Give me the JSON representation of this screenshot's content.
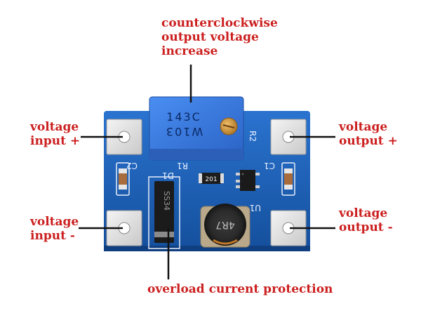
{
  "annotations": {
    "top": [
      "counterclockwise",
      "output voltage",
      "increase"
    ],
    "input_plus": [
      "voltage",
      "input +"
    ],
    "input_minus": [
      "voltage",
      "input -"
    ],
    "output_plus": [
      "voltage",
      "output +"
    ],
    "output_minus": [
      "voltage",
      "output -"
    ],
    "bottom": "overload current protection"
  },
  "board_markings": {
    "pot_line1": "143C",
    "pot_line2": "W103",
    "r2": "R2",
    "c2": "C2",
    "c1": "C1",
    "r1": "R1",
    "d1": "D1",
    "u1": "U1",
    "resistor_code": "201",
    "diode_code": "SS34",
    "inductor_code": "4R7"
  },
  "colors": {
    "label_red": "#cc1f1f",
    "pcb_blue": "#1a5fb4",
    "pot_blue": "#3a7ee6",
    "pad_silver": "#e6e6e6"
  }
}
